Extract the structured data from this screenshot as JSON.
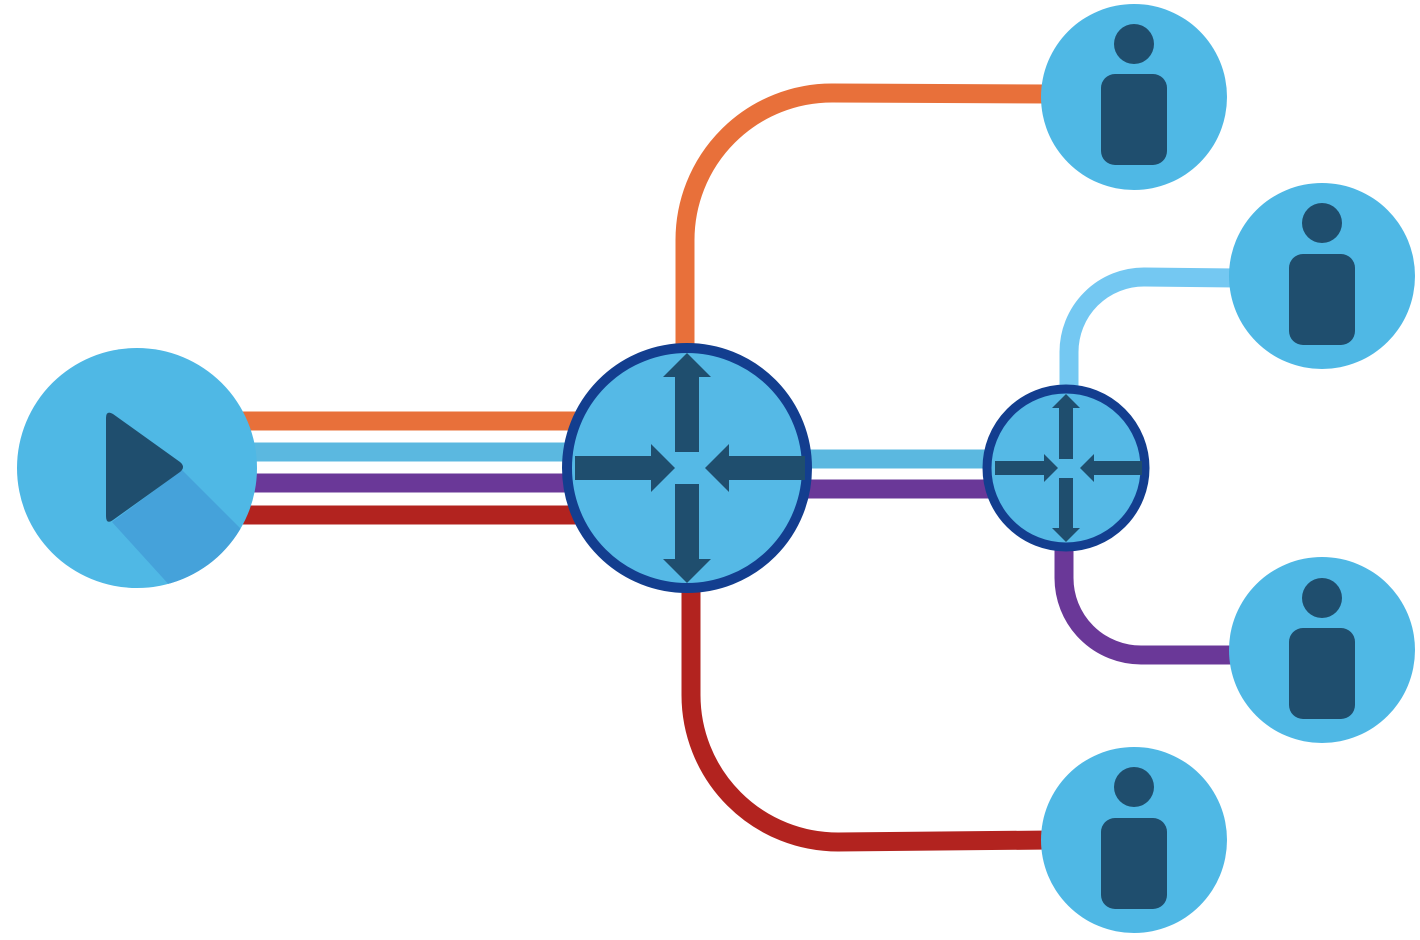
{
  "diagram": {
    "nodes": {
      "source": {
        "icon": "play-icon"
      },
      "router_main": {
        "icon": "router-arrows-icon"
      },
      "router_secondary": {
        "icon": "router-arrows-icon"
      },
      "users": [
        {
          "id": "user-1",
          "icon": "user-icon"
        },
        {
          "id": "user-2",
          "icon": "user-icon"
        },
        {
          "id": "user-3",
          "icon": "user-icon"
        },
        {
          "id": "user-4",
          "icon": "user-icon"
        }
      ]
    },
    "streams": [
      {
        "id": "orange",
        "color": "#E8703A"
      },
      {
        "id": "light-blue",
        "color": "#5BB8E0"
      },
      {
        "id": "purple",
        "color": "#6A3898"
      },
      {
        "id": "red",
        "color": "#B2231F"
      }
    ]
  },
  "colors": {
    "node_fill": "#4FB8E5",
    "router_fill": "#55B9E6",
    "router_ring": "#133E8F",
    "icon_dark": "#1F4E6E",
    "play_shadow": "#45A2DA",
    "sky_branch": "#74C8F2"
  }
}
